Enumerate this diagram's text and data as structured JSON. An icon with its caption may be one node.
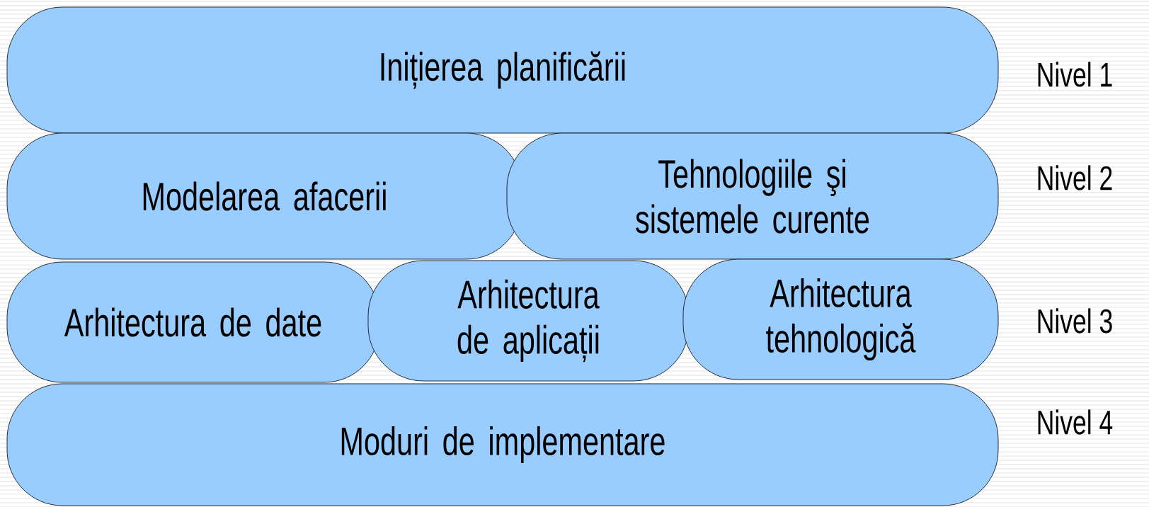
{
  "diagram": {
    "nodes": [
      {
        "text": [
          "Inițierea planificării"
        ]
      },
      {
        "text": [
          "Modelarea afacerii"
        ]
      },
      {
        "text": [
          "Tehnologiile şi sistemele curente"
        ]
      },
      {
        "text": [
          "Arhitectura de date"
        ]
      },
      {
        "text": [
          "Arhitectura de aplicații"
        ]
      },
      {
        "text": [
          "Arhitectura tehnologică"
        ]
      },
      {
        "text": [
          "Moduri de implementare"
        ]
      }
    ],
    "labels": [
      "Nivel 1",
      "Nivel 2",
      "Nivel 3",
      "Nivel 4"
    ]
  }
}
